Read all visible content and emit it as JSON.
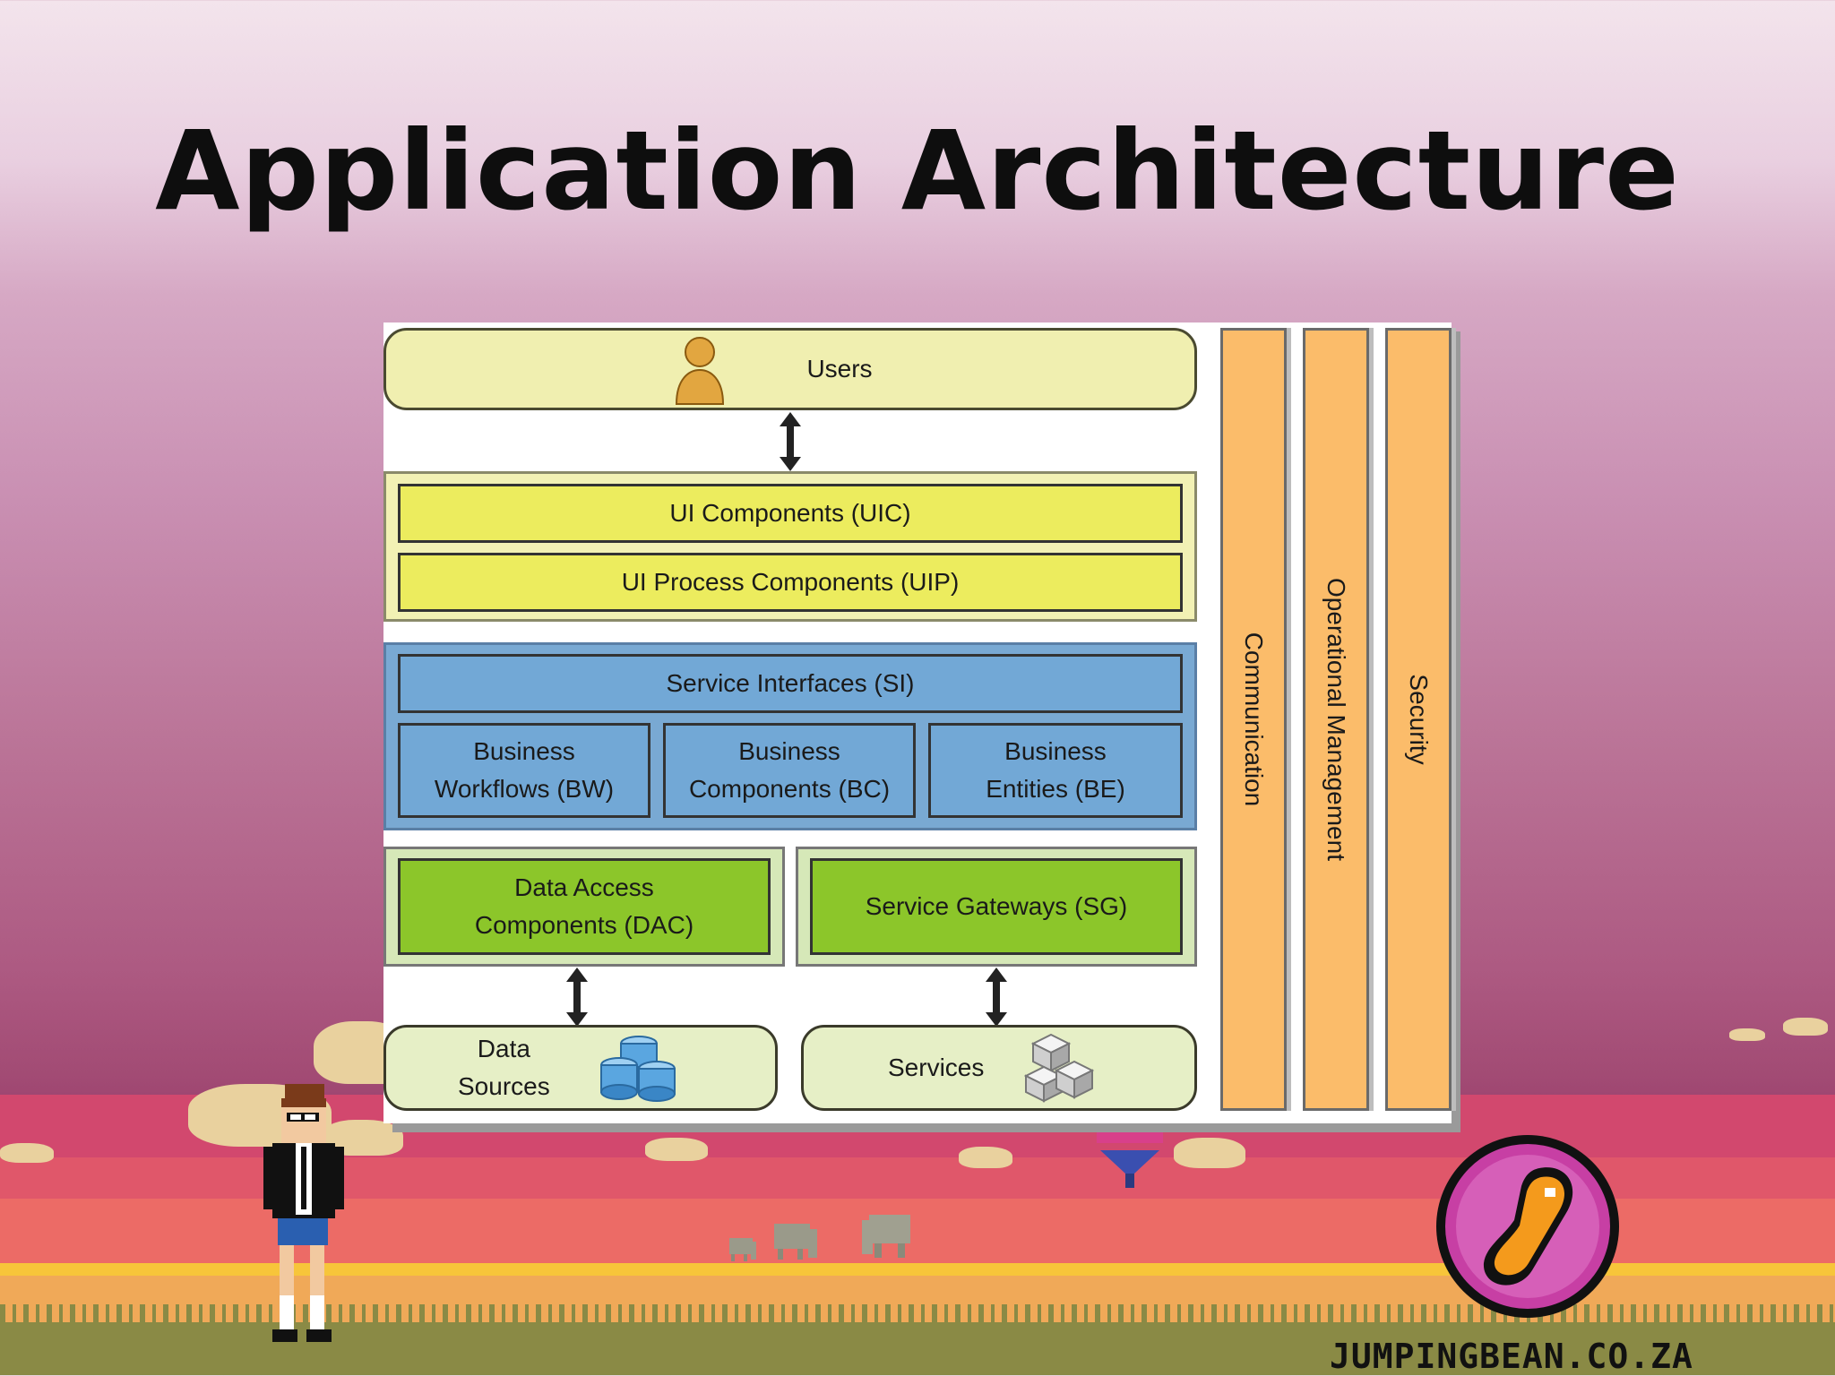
{
  "slide": {
    "title": "Application Architecture"
  },
  "diagram": {
    "users": "Users",
    "ui_components": "UI Components (UIC)",
    "ui_process": "UI Process Components (UIP)",
    "service_interfaces": "Service Interfaces (SI)",
    "business_workflows": [
      "Business",
      "Workflows (BW)"
    ],
    "business_components": [
      "Business",
      "Components (BC)"
    ],
    "business_entities": [
      "Business",
      "Entities (BE)"
    ],
    "data_access": [
      "Data Access",
      "Components (DAC)"
    ],
    "service_gateways": "Service Gateways (SG)",
    "data_sources": [
      "Data",
      "Sources"
    ],
    "services": "Services",
    "communication": "Communication",
    "operational_management": "Operational Management",
    "security": "Security"
  },
  "footer": {
    "brand": "JUMPINGBEAN.CO.ZA"
  },
  "colors": {
    "presentation": "#ecec5e",
    "business": "#72a8d6",
    "data": "#8cc62a",
    "crosscutting": "#fbbc6a"
  }
}
